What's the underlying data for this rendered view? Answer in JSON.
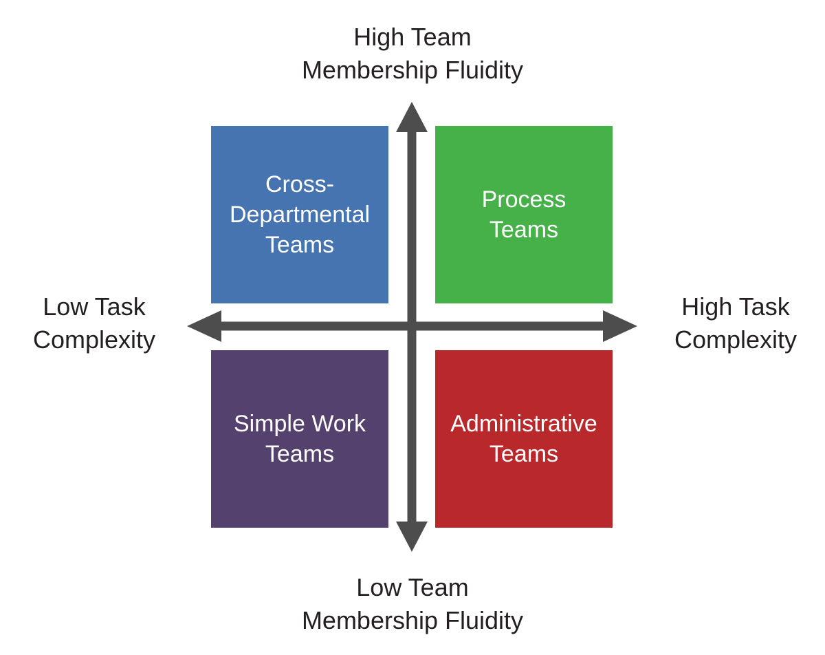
{
  "axes": {
    "top": {
      "line1": "High Team",
      "line2": "Membership Fluidity"
    },
    "bottom": {
      "line1": "Low Team",
      "line2": "Membership Fluidity"
    },
    "left": {
      "line1": "Low Task",
      "line2": "Complexity"
    },
    "right": {
      "line1": "High Task",
      "line2": "Complexity"
    },
    "color": "#4d4d4d"
  },
  "quadrants": {
    "top_left": {
      "lines": [
        "Cross-",
        "Departmental",
        "Teams"
      ],
      "color": "#4674b1"
    },
    "top_right": {
      "lines": [
        "Process",
        "Teams"
      ],
      "color": "#46b049"
    },
    "bottom_left": {
      "lines": [
        "Simple Work",
        "Teams"
      ],
      "color": "#55416d"
    },
    "bottom_right": {
      "lines": [
        "Administrative",
        "Teams"
      ],
      "color": "#b9292b"
    }
  }
}
